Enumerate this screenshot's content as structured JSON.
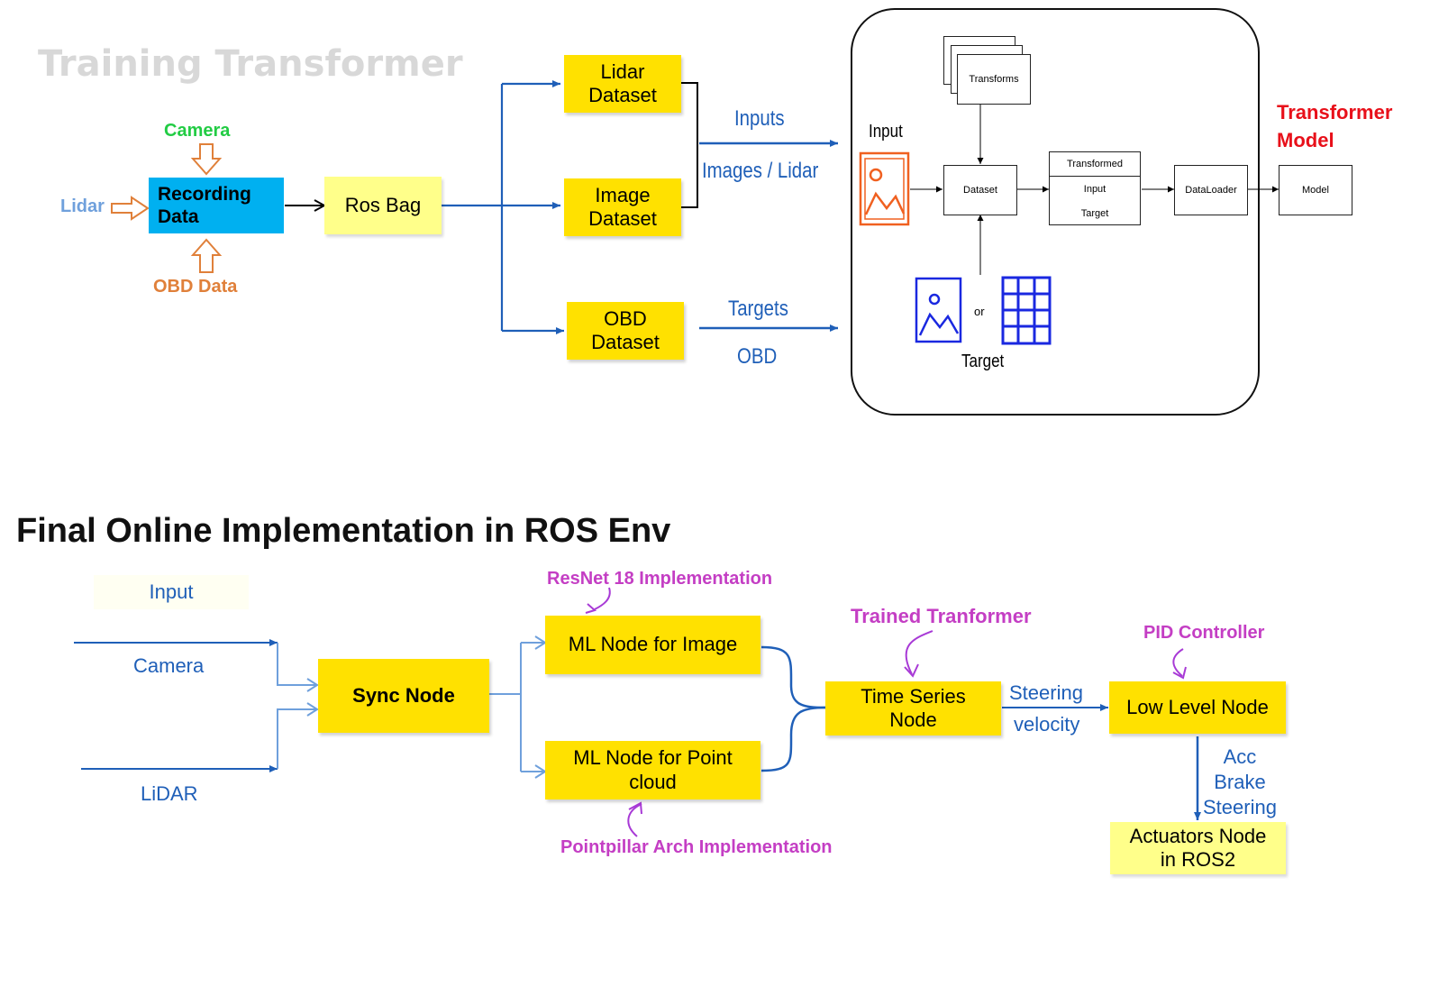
{
  "top": {
    "title": "Training Transformer",
    "camera": "Camera",
    "lidar": "Lidar",
    "obd": "OBD Data",
    "recording": "Recording\nData",
    "rosbag": "Ros Bag",
    "lidar_dataset": "Lidar\nDataset",
    "image_dataset": "Image\nDataset",
    "obd_dataset": "OBD\nDataset",
    "inputs": "Inputs",
    "images_lidar": "Images / Lidar",
    "targets": "Targets",
    "obd_label": "OBD",
    "transformer_model": "Transformer\nModel",
    "pipeline": {
      "input": "Input",
      "transforms": "Transforms",
      "dataset": "Dataset",
      "transformed": "Transformed",
      "t_input": "Input",
      "t_target": "Target",
      "dataloader": "DataLoader",
      "model": "Model",
      "or": "or",
      "target": "Target"
    },
    "colors": {
      "camera": "#22cc44",
      "lidar": "#6fa0dc",
      "obd": "#e0803a",
      "recording": "#00b0f0",
      "model_label": "#e8101a"
    }
  },
  "bottom": {
    "title": "Final Online Implementation in ROS Env",
    "input": "Input",
    "camera": "Camera",
    "lidar": "LiDAR",
    "sync": "Sync Node",
    "ml_image": "ML Node for Image",
    "ml_point": "ML Node for Point\ncloud",
    "resnet": "ResNet 18 Implementation",
    "pointpillar": "Pointpillar Arch Implementation",
    "trained": "Trained Tranformer",
    "time_series": "Time Series\nNode",
    "steering": "Steering",
    "velocity": "velocity",
    "pid": "PID Controller",
    "low_level": "Low Level Node",
    "acc": "Acc\nBrake\nSteering",
    "actuators": "Actuators Node\nin ROS2"
  }
}
